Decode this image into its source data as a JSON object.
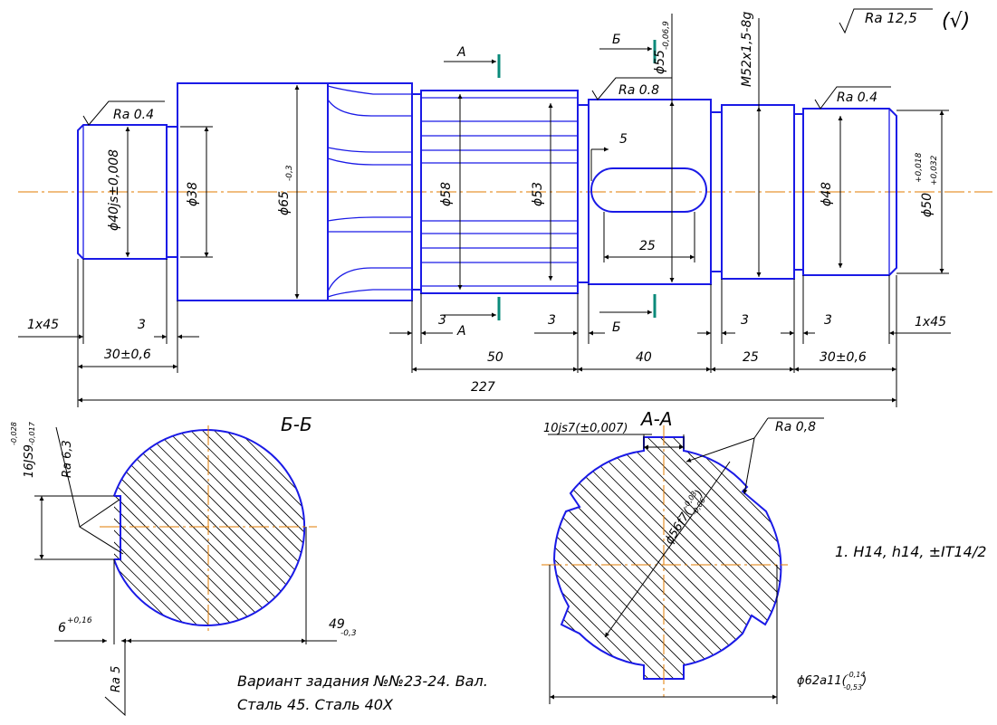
{
  "roughness": {
    "general": "Ra 12,5",
    "general_mark": "(√)",
    "left_journal": "Ra 0.4",
    "middle_journal": "Ra 0.8",
    "right_journal": "Ra 0.4",
    "keyway_side": "Ra 6,3",
    "keyway_bottom": "Ra 5",
    "spline": "Ra 0,8"
  },
  "section_marks": {
    "a": "А",
    "b": "Б"
  },
  "diameters": {
    "d40": "ϕ40js±0,008",
    "d38": "ϕ38",
    "d65": "ϕ65",
    "d65_tol": "-0,3",
    "d58": "ϕ58",
    "d53": "ϕ53",
    "d55": "ϕ55",
    "d55_tol": "-0,06,9",
    "thread": "M52x1,5-8g",
    "d48": "ϕ48",
    "d50": "ϕ50",
    "d50_tol_up": "+0,018",
    "d50_tol_lo": "+0,032"
  },
  "dims": {
    "keyway_offset": "5",
    "keyway_length": "25",
    "chamfer_left": "1x45",
    "chamfer_right": "1x45",
    "groove_1": "3",
    "groove_2": "3",
    "groove_3": "3",
    "groove_4": "3",
    "groove_5": "3",
    "len_left": "30±0,6",
    "len_50": "50",
    "len_40": "40",
    "len_25": "25",
    "len_right": "30±0,6",
    "total": "227"
  },
  "section_bb": {
    "title": "Б-Б",
    "key_width": "16JS9",
    "key_width_tol_up": "-0,028",
    "key_width_tol_lo": "-0,017",
    "depth": "49",
    "depth_tol": "-0,3",
    "offset": "6",
    "offset_tol": "+0,16"
  },
  "section_aa": {
    "title": "А-А",
    "spline_width": "10js7(±0,007)",
    "inner_dia": "ϕ56f7(",
    "inner_tol_up": "-0,03",
    "inner_tol_lo": "-0,06",
    "inner_close": ")",
    "outer_dia": "ϕ62a11(",
    "outer_tol_up": "-0,14",
    "outer_tol_lo": "-0,53",
    "outer_close": ")"
  },
  "notes": {
    "tolerance_note": "1. H14, h14, ±IT14/2",
    "variant_line": "Вариант задания №№23-24. Вал.",
    "material_line": "Сталь 45. Сталь 40Х"
  }
}
